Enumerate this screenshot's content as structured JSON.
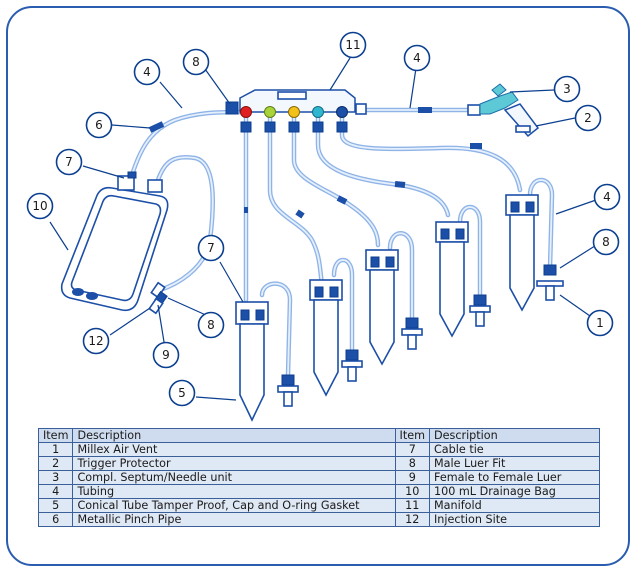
{
  "callouts": [
    {
      "id": "callout-1",
      "label": "1"
    },
    {
      "id": "callout-2",
      "label": "2"
    },
    {
      "id": "callout-3",
      "label": "3"
    },
    {
      "id": "callout-4a",
      "label": "4"
    },
    {
      "id": "callout-4b",
      "label": "4"
    },
    {
      "id": "callout-4c",
      "label": "4"
    },
    {
      "id": "callout-5",
      "label": "5"
    },
    {
      "id": "callout-6",
      "label": "6"
    },
    {
      "id": "callout-7a",
      "label": "7"
    },
    {
      "id": "callout-7b",
      "label": "7"
    },
    {
      "id": "callout-8a",
      "label": "8"
    },
    {
      "id": "callout-8b",
      "label": "8"
    },
    {
      "id": "callout-8c",
      "label": "8"
    },
    {
      "id": "callout-9",
      "label": "9"
    },
    {
      "id": "callout-10",
      "label": "10"
    },
    {
      "id": "callout-11",
      "label": "11"
    },
    {
      "id": "callout-12",
      "label": "12"
    }
  ],
  "table": {
    "headers": [
      "Item",
      "Description",
      "Item",
      "Description"
    ],
    "rows": [
      [
        "1",
        "Millex Air Vent",
        "7",
        "Cable tie"
      ],
      [
        "2",
        "Trigger Protector",
        "8",
        "Male Luer Fit"
      ],
      [
        "3",
        "Compl. Septum/Needle unit",
        "9",
        "Female to Female Luer"
      ],
      [
        "4",
        "Tubing",
        "10",
        "100 mL Drainage Bag"
      ],
      [
        "5",
        "Conical Tube Tamper Proof, Cap and O-ring Gasket",
        "11",
        "Manifold"
      ],
      [
        "6",
        "Metallic Pinch Pipe",
        "12",
        "Injection Site"
      ]
    ]
  },
  "colors": {
    "accent": "#1c4fa8",
    "tubing": "#8fb4e8",
    "table_fill": "#dfe8f5",
    "manifold_valves": [
      "#e02020",
      "#a8d43a",
      "#f2c21a",
      "#2fb7d0",
      "#1c4fa8"
    ]
  }
}
